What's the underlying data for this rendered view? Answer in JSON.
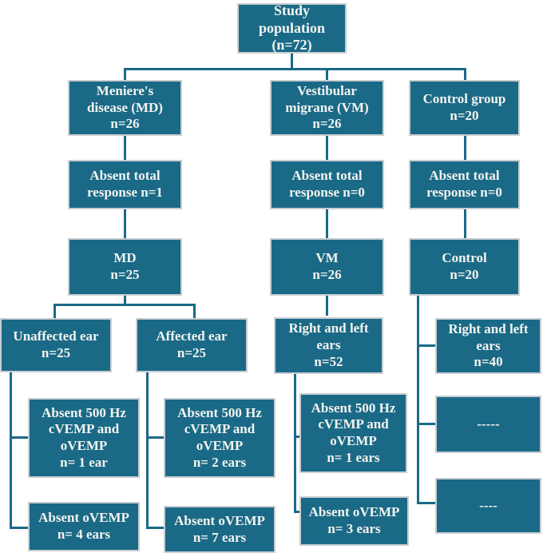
{
  "figure": {
    "type": "flowchart",
    "title": "Study population VEMP flow diagram"
  },
  "colors": {
    "box_fill": "#1A6A87",
    "box_border": "#C9CED3",
    "line_color": "#1A6A87",
    "text_color": "#F4F4F0"
  },
  "nodes": {
    "root": {
      "label": "Study\npopulation\n(n=72)"
    },
    "md1": {
      "label": "Meniere's\ndisease (MD)\nn=26"
    },
    "vm1": {
      "label": "Vestibular\nmigrane (VM)\nn=26"
    },
    "ctrl1": {
      "label": "Control group\nn=20"
    },
    "md2": {
      "label": "Absent total\nresponse n=1"
    },
    "vm2": {
      "label": "Absent total\nresponse n=0"
    },
    "ctrl2": {
      "label": "Absent total\nresponse n=0"
    },
    "md3": {
      "label": "MD\nn=25"
    },
    "vm3": {
      "label": "VM\nn=26"
    },
    "ctrl3": {
      "label": "Control\nn=20"
    },
    "md4a": {
      "label": "Unaffected ear\nn=25"
    },
    "md4b": {
      "label": "Affected ear\nn=25"
    },
    "vm4": {
      "label": "Right and left\nears\nn=52"
    },
    "ctrl4": {
      "label": "Right and left\nears\nn=40"
    },
    "md5a": {
      "label": "Absent 500 Hz\ncVEMP and\noVEMP\nn= 1 ear"
    },
    "md5b": {
      "label": "Absent 500 Hz\ncVEMP and\noVEMP\nn= 2 ears"
    },
    "vm5": {
      "label": "Absent 500 Hz\ncVEMP and\noVEMP\nn= 1 ears"
    },
    "ctrl5": {
      "label": "-----"
    },
    "md6a": {
      "label": "Absent oVEMP\nn= 4 ears"
    },
    "md6b": {
      "label": "Absent oVEMP\nn= 7 ears"
    },
    "vm6": {
      "label": "Absent oVEMP\nn= 3 ears"
    },
    "ctrl6": {
      "label": "----"
    }
  }
}
